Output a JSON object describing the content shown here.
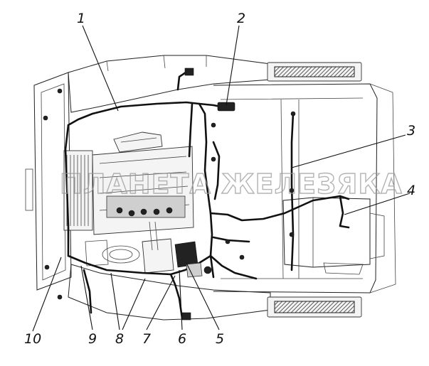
{
  "callouts": [
    {
      "id": "1",
      "label": "1"
    },
    {
      "id": "2",
      "label": "2"
    },
    {
      "id": "3",
      "label": "3"
    },
    {
      "id": "4",
      "label": "4"
    },
    {
      "id": "5",
      "label": "5"
    },
    {
      "id": "6",
      "label": "6"
    },
    {
      "id": "7",
      "label": "7"
    },
    {
      "id": "8",
      "label": "8"
    },
    {
      "id": "9",
      "label": "9"
    },
    {
      "id": "10",
      "label": "10"
    }
  ],
  "watermark": "ПЛАНЕТА ЖЕЛЕЗЯКА",
  "colors": {
    "line": "#222222",
    "harness": "#111111",
    "background": "#ffffff",
    "watermark": "#9a9a9a"
  }
}
